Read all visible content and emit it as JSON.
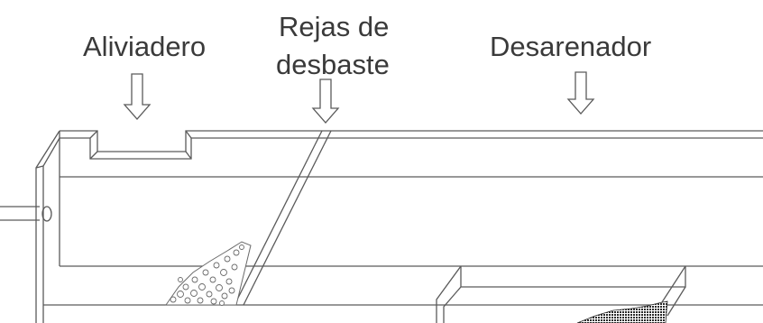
{
  "labels": {
    "aliviadero": "Aliviadero",
    "rejas_line1": "Rejas de",
    "rejas_line2": "desbaste",
    "desarenador": "Desarenador"
  },
  "colors": {
    "line": "#5a5a5a",
    "text": "#3a3a3a",
    "sediment": "#2b2b2b"
  }
}
